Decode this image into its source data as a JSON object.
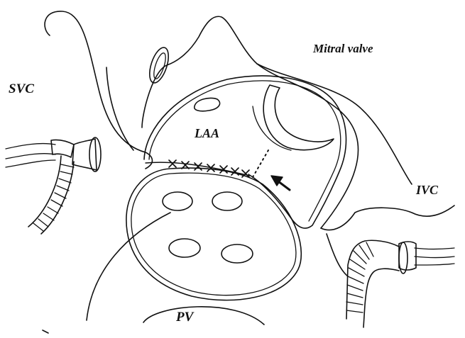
{
  "labels": {
    "mitral_valve": "Mitral valve",
    "svc": "SVC",
    "laa": "LAA",
    "ivc": "IVC",
    "pv": "PV"
  },
  "colors": {
    "ink": "#111111",
    "background": "#ffffff"
  },
  "icons": {
    "arrow": "arrow-pointing-up-left-icon",
    "suture": "cross-stitch-suture-icon"
  }
}
